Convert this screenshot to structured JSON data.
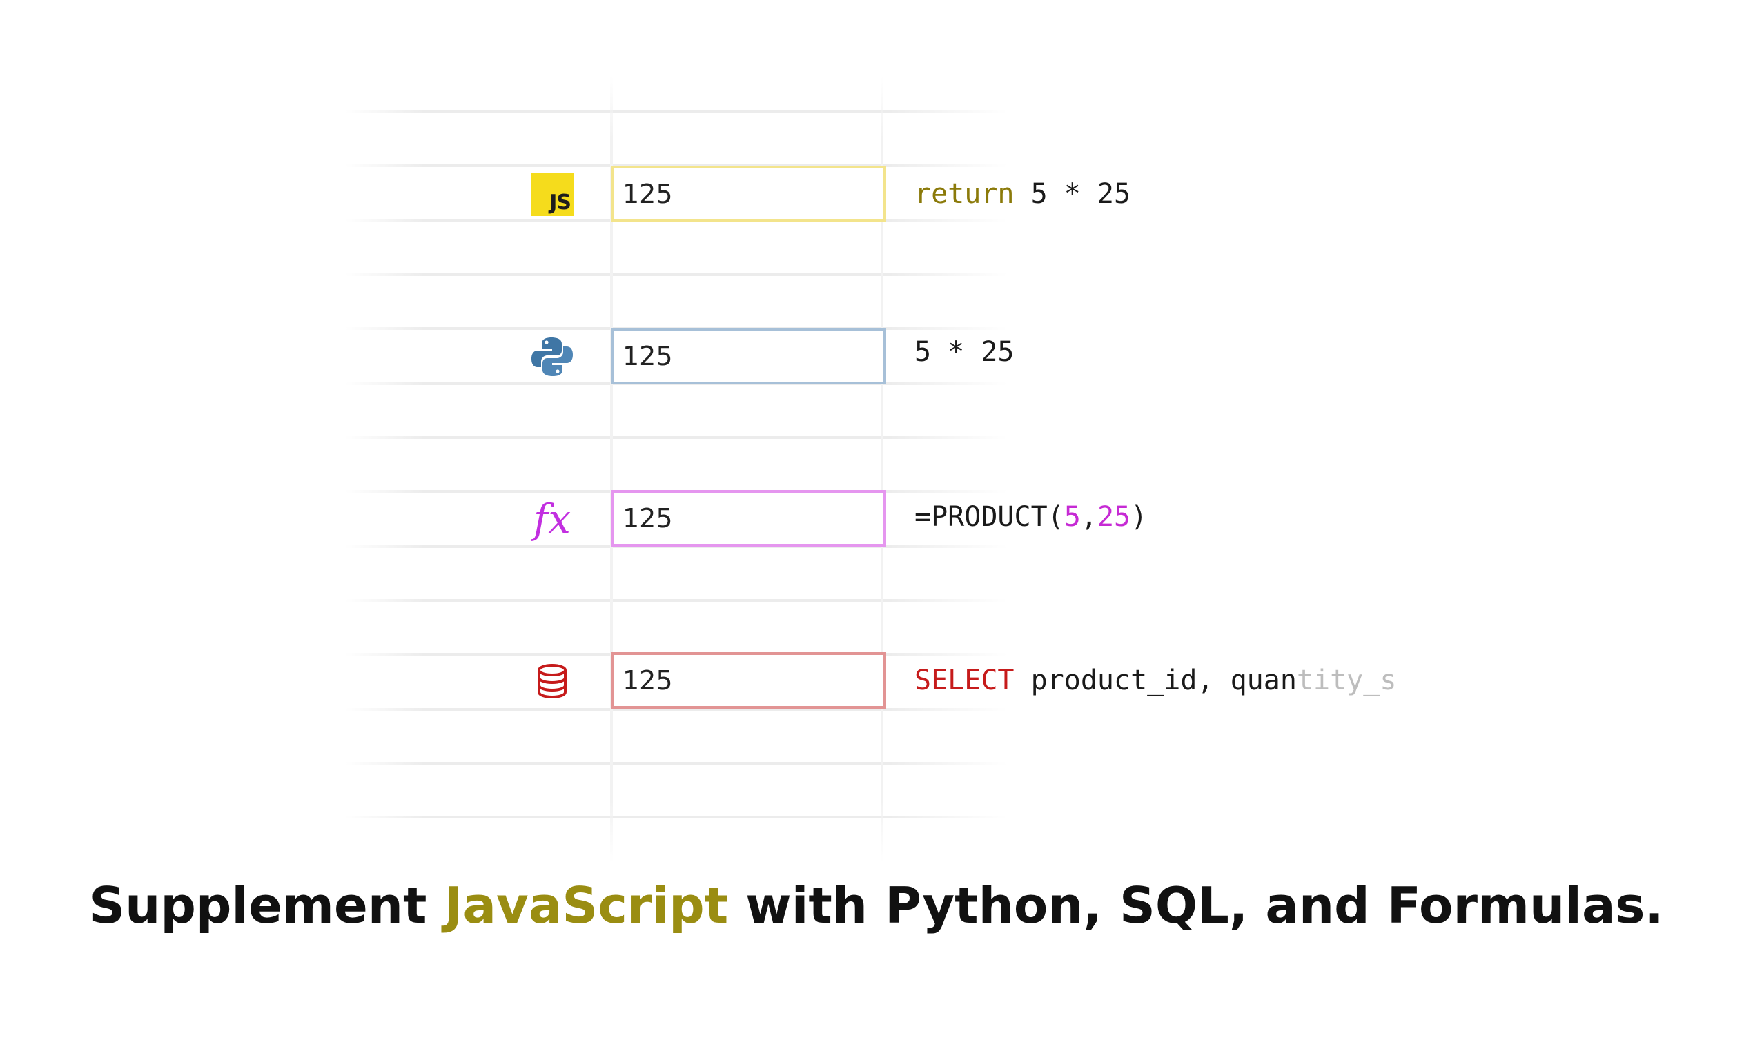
{
  "colors": {
    "js_accent": "#9a8d12",
    "js_border": "#f3e48c",
    "python_border": "#a7c0d8",
    "formula_border": "#e596ef",
    "sql_border": "#e29494",
    "js_keyword": "#8b7a0a",
    "formula_number": "#c62ad4",
    "sql_keyword": "#c61b1b"
  },
  "rows": [
    {
      "icon": "javascript-icon",
      "icon_label": "JS",
      "cell_value": "125",
      "code": {
        "keyword": "return",
        "rest": " 5 * 25"
      }
    },
    {
      "icon": "python-icon",
      "cell_value": "125",
      "code": {
        "text": "5 * 25"
      }
    },
    {
      "icon": "formula-icon",
      "icon_label": "fx",
      "cell_value": "125",
      "code": {
        "prefix": "=PRODUCT(",
        "arg1": "5",
        "sep": ",",
        "arg2": "25",
        "suffix": ")"
      }
    },
    {
      "icon": "database-icon",
      "cell_value": "125",
      "code": {
        "keyword": "SELECT",
        "rest": " product_id, quan",
        "faded": "tity_s"
      }
    }
  ],
  "headline": {
    "part1": "Supplement ",
    "highlight": "JavaScript",
    "part2": " with Python, SQL, and Formulas."
  }
}
